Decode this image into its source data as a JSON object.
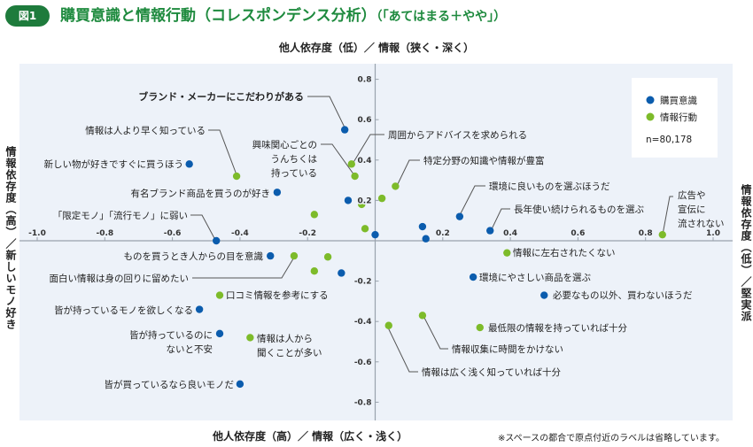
{
  "header": {
    "badge": "図1",
    "title": "購買意識と情報行動（コレスポンデンス分析）",
    "subtitle": "（「あてはまる＋やや」）"
  },
  "axes": {
    "top": "他人依存度（低）／ 情報（狭く・深く）",
    "bottom": "他人依存度（高）／ 情報（広く・浅く）",
    "left": "情報依存度（高）／新しいモノ好き",
    "right": "情報依存度（低）／堅実派"
  },
  "note": "※スペースの都合で原点付近のラベルは省略しています。",
  "colors": {
    "purchase": "#0b5cad",
    "info": "#7dbb2a",
    "plot_bg": "#edf2f9",
    "title": "#1e8a3e"
  },
  "chart_data": {
    "type": "scatter",
    "title": "購買意識と情報行動（コレスポンデンス分析）",
    "xlim": [
      -1.0,
      1.0
    ],
    "ylim": [
      -0.8,
      0.8
    ],
    "xticks": [
      "-1.0",
      "-0.8",
      "-0.6",
      "-0.4",
      "-0.2",
      "0.2",
      "0.4",
      "0.6",
      "0.8",
      "1.0"
    ],
    "xtick_values": [
      -1.0,
      -0.8,
      -0.6,
      -0.4,
      -0.2,
      0.2,
      0.4,
      0.6,
      0.8,
      1.0
    ],
    "yticks": [
      "0.8",
      "0.6",
      "0.4",
      "0.2",
      "-0.2",
      "-0.4",
      "-0.6",
      "-0.8"
    ],
    "ytick_values": [
      0.8,
      0.6,
      0.4,
      0.2,
      -0.2,
      -0.4,
      -0.6,
      -0.8
    ],
    "legend": {
      "placement": "top-right",
      "items": [
        "購買意識",
        "情報行動"
      ],
      "n": "n=80,178"
    },
    "series": [
      {
        "name": "購買意識",
        "points": [
          {
            "x": -0.09,
            "y": 0.55,
            "label": [
              "ブランド・メーカーにこだわりがある"
            ]
          },
          {
            "x": -0.55,
            "y": 0.38,
            "label": [
              "新しい物が好きですぐに買うほう"
            ]
          },
          {
            "x": -0.29,
            "y": 0.24,
            "label": [
              "有名ブランド商品を買うのが好き"
            ]
          },
          {
            "x": -0.47,
            "y": 0.0,
            "label": [
              "「限定モノ」「流行モノ」に弱い"
            ]
          },
          {
            "x": -0.08,
            "y": 0.2,
            "label": []
          },
          {
            "x": 0.0,
            "y": 0.03,
            "label": []
          },
          {
            "x": 0.14,
            "y": 0.07,
            "label": []
          },
          {
            "x": 0.15,
            "y": 0.01,
            "label": []
          },
          {
            "x": 0.25,
            "y": 0.12,
            "label": [
              "環境に良いものを選ぶほうだ"
            ]
          },
          {
            "x": 0.34,
            "y": 0.05,
            "label": [
              "長年使い続けられるものを選ぶ"
            ]
          },
          {
            "x": -0.31,
            "y": -0.075,
            "label": [
              "ものを買うとき人からの目を意識"
            ]
          },
          {
            "x": -0.1,
            "y": -0.16,
            "label": []
          },
          {
            "x": -0.52,
            "y": -0.34,
            "label": [
              "皆が持っているモノを欲しくなる"
            ]
          },
          {
            "x": -0.46,
            "y": -0.46,
            "label": [
              "皆が持っているのに",
              "ないと不安"
            ]
          },
          {
            "x": -0.4,
            "y": -0.71,
            "label": [
              "皆が買っているなら良いモノだ"
            ]
          },
          {
            "x": 0.29,
            "y": -0.18,
            "label": [
              "環境にやさしい商品を選ぶ"
            ]
          },
          {
            "x": 0.5,
            "y": -0.27,
            "label": [
              "必要なもの以外、買わないほうだ"
            ]
          }
        ]
      },
      {
        "name": "情報行動",
        "points": [
          {
            "x": -0.41,
            "y": 0.32,
            "label": [
              "情報は人より早く知っている"
            ]
          },
          {
            "x": -0.07,
            "y": 0.38,
            "label": [
              "周囲からアドバイスを求められる"
            ]
          },
          {
            "x": -0.06,
            "y": 0.32,
            "label": [
              "興味関心ごとの",
              "うんちくは",
              "持っている"
            ]
          },
          {
            "x": 0.06,
            "y": 0.27,
            "label": [
              "特定分野の知識や情報が豊富"
            ]
          },
          {
            "x": 0.02,
            "y": 0.21,
            "label": []
          },
          {
            "x": -0.04,
            "y": 0.18,
            "label": []
          },
          {
            "x": -0.18,
            "y": 0.13,
            "label": []
          },
          {
            "x": -0.03,
            "y": 0.06,
            "label": []
          },
          {
            "x": 0.85,
            "y": 0.03,
            "label": [
              "広告や",
              "宣伝に",
              "流されない"
            ]
          },
          {
            "x": -0.24,
            "y": -0.075,
            "label": [
              "面白い情報は身の回りに留めたい"
            ]
          },
          {
            "x": -0.14,
            "y": -0.08,
            "label": []
          },
          {
            "x": -0.18,
            "y": -0.15,
            "label": []
          },
          {
            "x": -0.46,
            "y": -0.27,
            "label": [
              "口コミ情報を参考にする"
            ]
          },
          {
            "x": -0.37,
            "y": -0.48,
            "label": [
              "情報は人から",
              "聞くことが多い"
            ]
          },
          {
            "x": 0.39,
            "y": -0.06,
            "label": [
              "情報に左右されたくない"
            ]
          },
          {
            "x": 0.31,
            "y": -0.43,
            "label": [
              "最低限の情報を持っていれば十分"
            ]
          },
          {
            "x": 0.14,
            "y": -0.37,
            "label": [
              "情報収集に時間をかけない"
            ]
          },
          {
            "x": 0.04,
            "y": -0.42,
            "label": [
              "情報は広く浅く知っていれば十分"
            ]
          }
        ]
      }
    ]
  }
}
